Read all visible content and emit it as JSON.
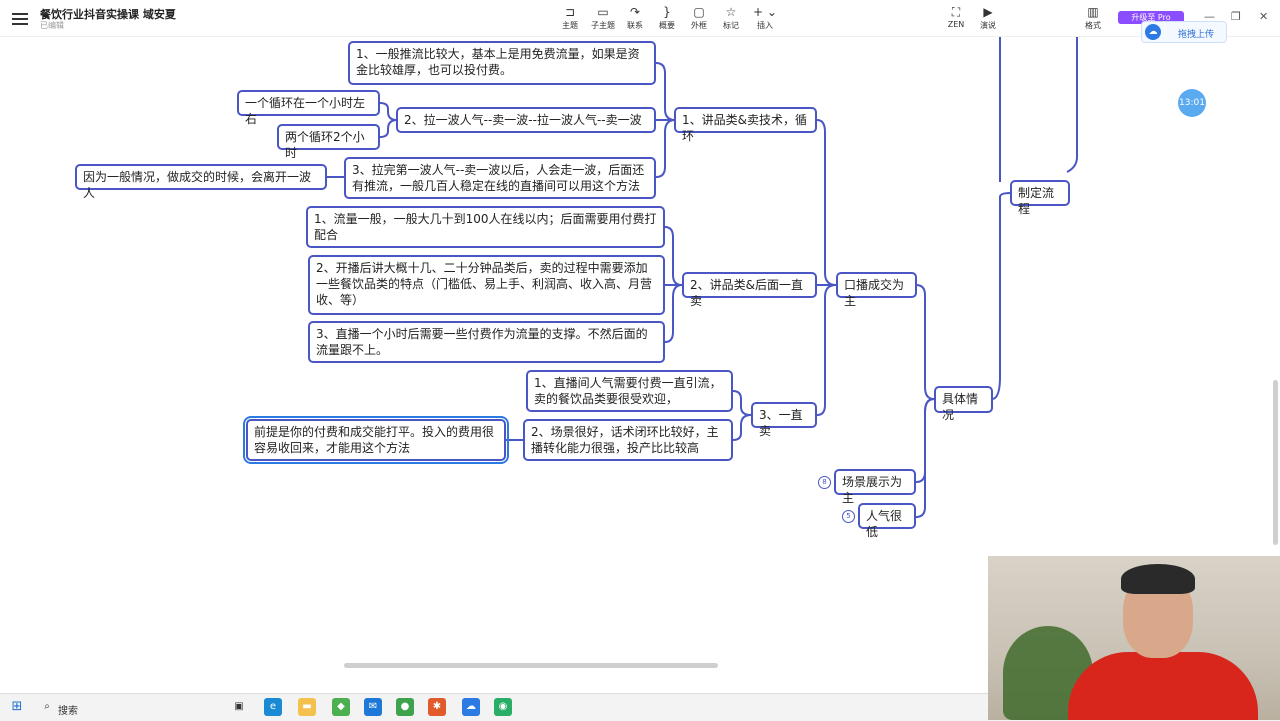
{
  "header": {
    "title": "餐饮行业抖音实操课 域安夏",
    "status": "已编辑",
    "tools": [
      {
        "label": "主题",
        "icon": "topic-icon"
      },
      {
        "label": "子主题",
        "icon": "subtopic-icon"
      },
      {
        "label": "联系",
        "icon": "relation-icon"
      },
      {
        "label": "概要",
        "icon": "summary-icon"
      },
      {
        "label": "外框",
        "icon": "boundary-icon"
      },
      {
        "label": "标记",
        "icon": "marker-icon"
      },
      {
        "label": "插入",
        "icon": "insert-icon"
      }
    ],
    "zen_label": "ZEN",
    "present_label": "演说",
    "format_label": "格式",
    "pro_label": "升级至 Pro",
    "upload_label": "拖拽上传"
  },
  "timer": "13:01",
  "mindmap": {
    "root_partial": "制定流程",
    "n_situation": "具体情况",
    "n_live_main": "口播成交为主",
    "n_scene_main": "场景展示为主",
    "n_scene_badge": "8",
    "n_low_pop": "人气很低",
    "n_low_pop_badge": "5",
    "n_cycle": "1、讲品类&卖技术，循环",
    "n_cycle_c1": "1、一般推流比较大，基本上是用免费流量，如果是资金比较雄厚，也可以投付费。",
    "n_cycle_c2": "2、拉一波人气--卖一波--拉一波人气--卖一波",
    "n_cycle_c2a": "一个循环在一个小时左右",
    "n_cycle_c2b": "两个循环2个小时",
    "n_cycle_c3": "3、拉完第一波人气--卖一波以后，人会走一波，后面还有推流，一般几百人稳定在线的直播间可以用这个方法",
    "n_cycle_c3a": "因为一般情况，做成交的时候，会离开一波人",
    "n_sell_later": "2、讲品类&后面一直卖",
    "n_sell_later_c1": "1、流量一般，一般大几十到100人在线以内；后面需要用付费打配合",
    "n_sell_later_c2": "2、开播后讲大概十几、二十分钟品类后，卖的过程中需要添加一些餐饮品类的特点（门槛低、易上手、利润高、收入高、月营收、等）",
    "n_sell_later_c3": "3、直播一个小时后需要一些付费作为流量的支撑。不然后面的流量跟不上。",
    "n_always": "3、一直卖",
    "n_always_c1": "1、直播间人气需要付费一直引流，卖的餐饮品类要很受欢迎，",
    "n_always_c2": "2、场景很好，话术闭环比较好，主播转化能力很强，投产比比较高",
    "n_always_c2a": "前提是你的付费和成交能打平。投入的费用很容易收回来，才能用这个方法"
  },
  "taskbar": {
    "search_label": "搜索"
  },
  "colors": {
    "line": "#4a56c4",
    "accent": "#2c7be5",
    "pro": "#8a4dff"
  }
}
